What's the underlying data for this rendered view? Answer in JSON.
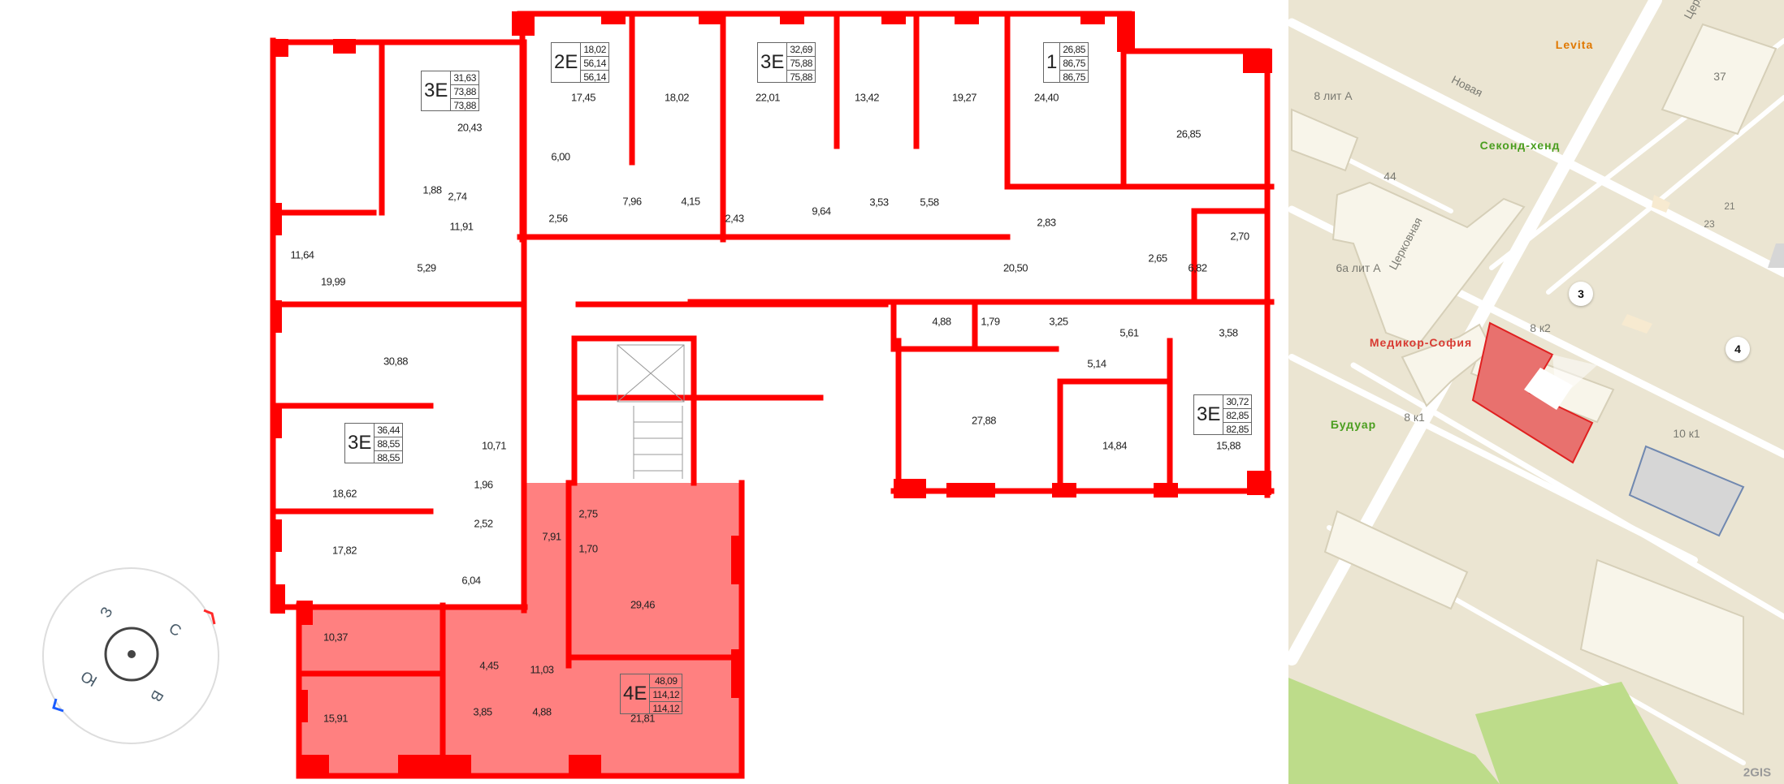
{
  "colors": {
    "wall": "#ff0000",
    "selected_apartment": "#ff8080",
    "map_bg": "#ebe5d2",
    "selected_building": "#e8716e",
    "poi_green": "#4a9e1f",
    "poi_orange": "#e07800",
    "poi_red": "#d83a32"
  },
  "floorplan": {
    "rooms": [
      "19,99",
      "20,43",
      "17,45",
      "18,02",
      "22,01",
      "13,42",
      "19,27",
      "24,40",
      "26,85",
      "6,00",
      "1,88",
      "2,74",
      "11,91",
      "7,96",
      "4,15",
      "2,56",
      "2,43",
      "9,64",
      "3,53",
      "5,58",
      "2,83",
      "2,70",
      "11,64",
      "5,29",
      "20,50",
      "2,65",
      "6,82",
      "30,88",
      "4,88",
      "1,79",
      "3,25",
      "5,61",
      "3,58",
      "5,14",
      "10,71",
      "18,62",
      "27,88",
      "14,84",
      "15,88",
      "1,96",
      "2,52",
      "2,75",
      "7,91",
      "1,70",
      "29,46",
      "17,82",
      "6,04",
      "10,37",
      "4,45",
      "11,03",
      "15,91",
      "3,85",
      "4,88",
      "21,81"
    ],
    "apartments": [
      {
        "type": "3Е",
        "values": [
          "31,63",
          "73,88",
          "73,88"
        ]
      },
      {
        "type": "2Е",
        "values": [
          "18,02",
          "56,14",
          "56,14"
        ]
      },
      {
        "type": "3Е",
        "values": [
          "32,69",
          "75,88",
          "75,88"
        ]
      },
      {
        "type": "1",
        "values": [
          "26,85",
          "86,75",
          "86,75"
        ]
      },
      {
        "type": "3Е",
        "values": [
          "36,44",
          "88,55",
          "88,55"
        ]
      },
      {
        "type": "3Е",
        "values": [
          "30,72",
          "82,85",
          "82,85"
        ]
      },
      {
        "type": "4Е",
        "values": [
          "48,09",
          "114,12",
          "114,12"
        ],
        "selected": true
      }
    ]
  },
  "compass": {
    "north": "С",
    "south": "Ю",
    "west": "З",
    "east": "В"
  },
  "map": {
    "labels": [
      "Новая",
      "8 лит А",
      "44",
      "37",
      "21",
      "23",
      "Церковная",
      "6а лит А",
      "8 к2",
      "8 к1",
      "10 к1",
      "Церк"
    ],
    "pois": [
      {
        "name": "Levita",
        "icon": "diamond-icon"
      },
      {
        "name": "Секонд-хенд",
        "icon": "hanger-icon"
      },
      {
        "name": "Медикор-София",
        "icon": "hospital-icon"
      },
      {
        "name": "Будуар",
        "icon": "hanger-icon"
      }
    ],
    "markers": [
      "3",
      "4"
    ],
    "brand": "2GIS"
  }
}
